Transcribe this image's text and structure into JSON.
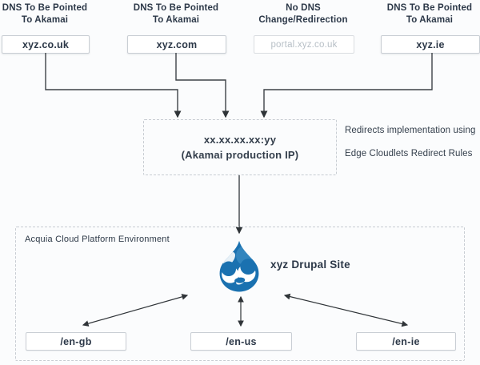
{
  "colors": {
    "background": "#fbfcfd",
    "text_dark": "#2c3848",
    "muted_text": "#b7bfc6",
    "line": "#3d4247",
    "dashed_border": "#c7ccd2",
    "drupal_blue": "#1a71b0",
    "drupal_blue_light": "#4796cb"
  },
  "top_nodes": [
    {
      "label": [
        "DNS To Be Pointed",
        "To Akamai"
      ],
      "domain": "xyz.co.uk"
    },
    {
      "label": [
        "DNS To Be Pointed",
        "To Akamai"
      ],
      "domain": "xyz.com"
    },
    {
      "label": [
        "No DNS",
        "Change/Redirection"
      ],
      "domain": "portal.xyz.co.uk"
    },
    {
      "label": [
        "DNS To Be Pointed",
        "To Akamai"
      ],
      "domain": "xyz.ie"
    }
  ],
  "akamai_box": {
    "line1": "xx.xx.xx.xx:yy",
    "line2": "(Akamai production IP)"
  },
  "annotation": {
    "line1": "Redirects implementation using",
    "line2": "Edge Cloudlets Redirect Rules"
  },
  "acquia": {
    "label": "Acquia Cloud Platform Environment",
    "site_label": "xyz Drupal Site",
    "logo": "druplicon-icon"
  },
  "paths": [
    "/en-gb",
    "/en-us",
    "/en-ie"
  ]
}
